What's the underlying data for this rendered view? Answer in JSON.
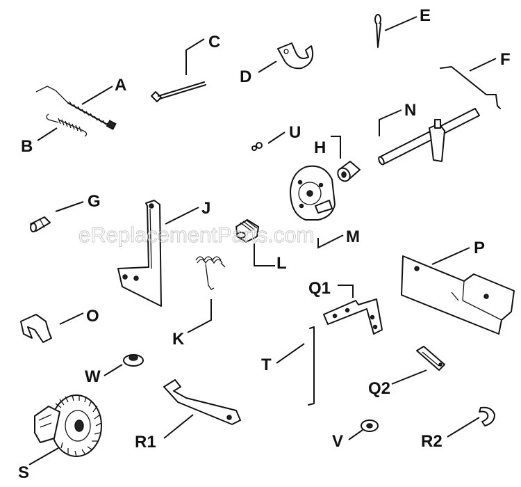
{
  "watermark": "eReplacementParts.com",
  "callouts": {
    "A": "A",
    "B": "B",
    "C": "C",
    "D": "D",
    "E": "E",
    "F": "F",
    "G": "G",
    "H": "H",
    "J": "J",
    "K": "K",
    "L": "L",
    "M": "M",
    "N": "N",
    "O": "O",
    "P": "P",
    "Q1": "Q1",
    "Q2": "Q2",
    "R1": "R1",
    "R2": "R2",
    "S": "S",
    "T": "T",
    "U": "U",
    "V": "V",
    "W": "W"
  },
  "colors": {
    "ink": "#111111",
    "watermark": "#c9c9c9",
    "background": "#ffffff"
  }
}
